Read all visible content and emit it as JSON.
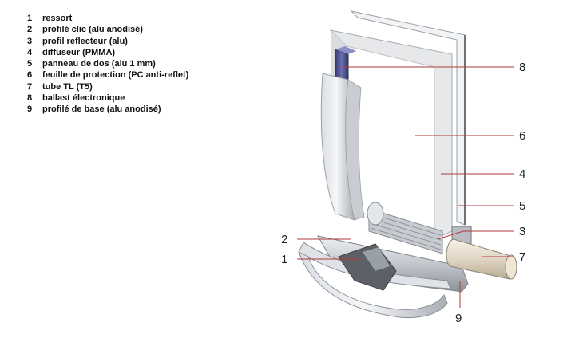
{
  "legend": [
    {
      "num": "1",
      "label": "ressort"
    },
    {
      "num": "2",
      "label": "profilé clic (alu anodisé)"
    },
    {
      "num": "3",
      "label": "profil reflecteur (alu)"
    },
    {
      "num": "4",
      "label": "diffuseur (PMMA)"
    },
    {
      "num": "5",
      "label": "panneau de dos (alu 1 mm)"
    },
    {
      "num": "6",
      "label": "feuille de protection (PC anti-reflet)"
    },
    {
      "num": "7",
      "label": "tube TL (T5)"
    },
    {
      "num": "8",
      "label": "ballast électronique"
    },
    {
      "num": "9",
      "label": "profilé de base (alu anodisé)"
    }
  ],
  "callouts": {
    "c1": "1",
    "c2": "2",
    "c3": "3",
    "c4": "4",
    "c5": "5",
    "c6": "6",
    "c7": "7",
    "c8": "8",
    "c9": "9"
  },
  "colors": {
    "leader": "#b33a3a",
    "panel_edge": "#8a8f96",
    "ballast": "#4a4f8a"
  }
}
